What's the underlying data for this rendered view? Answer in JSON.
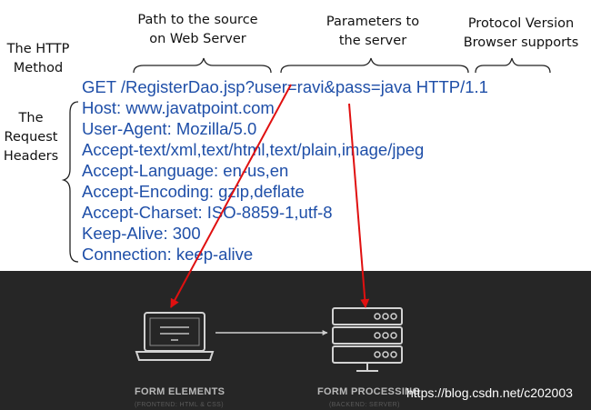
{
  "annotations": {
    "method": "The HTTP\nMethod",
    "path": "Path to the source\non Web Server",
    "params": "Parameters to\nthe server",
    "protocol": "Protocol Version\nBrowser supports",
    "headers": "The\nRequest\nHeaders"
  },
  "request_lines": [
    "GET /RegisterDao.jsp?user=ravi&pass=java HTTP/1.1",
    "Host: www.javatpoint.com",
    "User-Agent: Mozilla/5.0",
    "Accept-text/xml,text/html,text/plain,image/jpeg",
    "Accept-Language: en-us,en",
    "Accept-Encoding: gzip,deflate",
    "Accept-Charset: ISO-8859-1,utf-8",
    "Keep-Alive: 300",
    "Connection: keep-alive"
  ],
  "bottom": {
    "left_label": "FORM ELEMENTS",
    "left_sub": "(FRONTEND: HTML & CSS)",
    "right_label": "FORM PROCESSING",
    "right_sub": "(BACKEND: SERVER)"
  },
  "watermark": "https://blog.csdn.net/c202003",
  "colors": {
    "request_text": "#1f4fa8",
    "arrow": "#e01010",
    "dark_panel": "#262626"
  },
  "icons": [
    "laptop-icon",
    "server-icon"
  ]
}
